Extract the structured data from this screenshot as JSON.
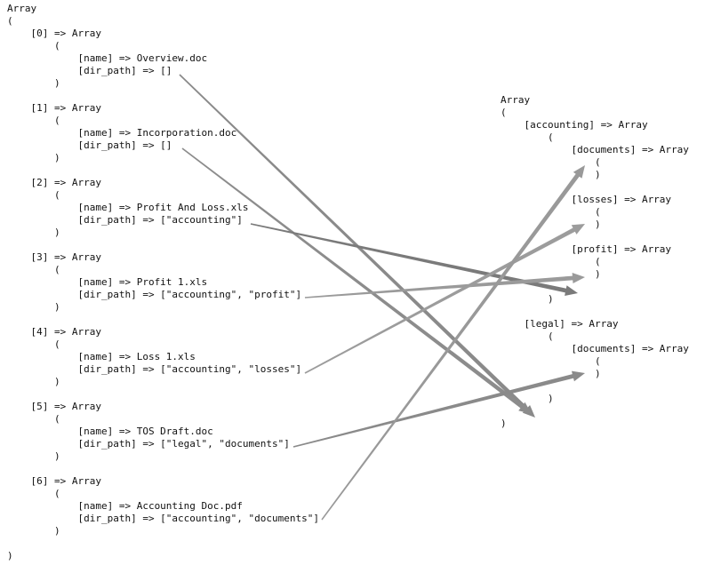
{
  "source_array": {
    "lines": [
      "Array",
      "(",
      "    [0] => Array",
      "        (",
      "            [name] => Overview.doc",
      "            [dir_path] => []",
      "        )",
      "",
      "    [1] => Array",
      "        (",
      "            [name] => Incorporation.doc",
      "            [dir_path] => []",
      "        )",
      "",
      "    [2] => Array",
      "        (",
      "            [name] => Profit And Loss.xls",
      "            [dir_path] => [\"accounting\"]",
      "        )",
      "",
      "    [3] => Array",
      "        (",
      "            [name] => Profit 1.xls",
      "            [dir_path] => [\"accounting\", \"profit\"]",
      "        )",
      "",
      "    [4] => Array",
      "        (",
      "            [name] => Loss 1.xls",
      "            [dir_path] => [\"accounting\", \"losses\"]",
      "        )",
      "",
      "    [5] => Array",
      "        (",
      "            [name] => TOS Draft.doc",
      "            [dir_path] => [\"legal\", \"documents\"]",
      "        )",
      "",
      "    [6] => Array",
      "        (",
      "            [name] => Accounting Doc.pdf",
      "            [dir_path] => [\"accounting\", \"documents\"]",
      "        )",
      "",
      ")"
    ]
  },
  "tree_array": {
    "lines": [
      "Array",
      "(",
      "    [accounting] => Array",
      "        (",
      "            [documents] => Array",
      "                (",
      "                )",
      "",
      "            [losses] => Array",
      "                (",
      "                )",
      "",
      "            [profit] => Array",
      "                (",
      "                )",
      "",
      "        )",
      "",
      "    [legal] => Array",
      "        (",
      "            [documents] => Array",
      "                (",
      "                )",
      "",
      "        )",
      "",
      ")"
    ]
  },
  "colors": {
    "arrow_light": "#a6a6a6",
    "arrow_dark": "#707070",
    "text": "#111111"
  }
}
